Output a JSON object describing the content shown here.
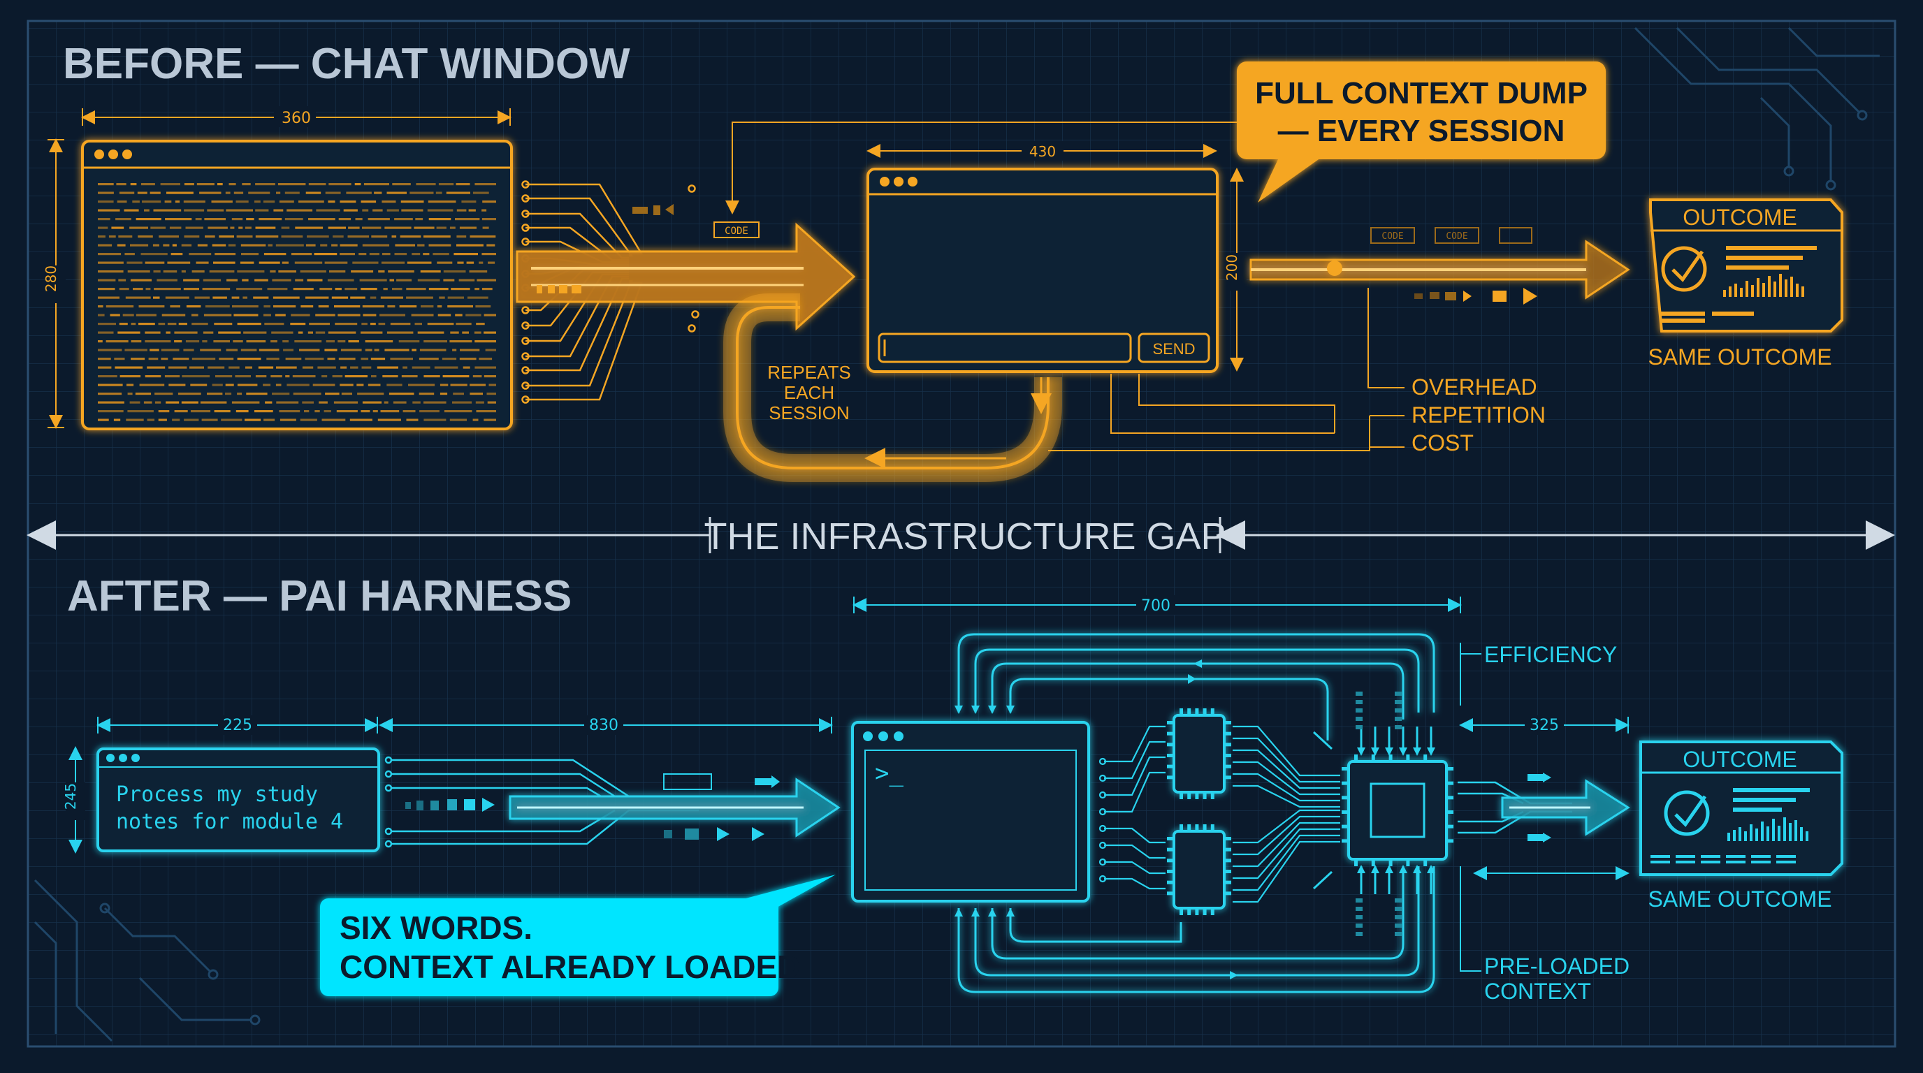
{
  "colors": {
    "background": "#0b1a2c",
    "grid": "#16304a",
    "border": "#2a4d70",
    "title_text": "#b9c7d6",
    "orange": "#f5a623",
    "orange_dim": "#9c6a1a",
    "cyan": "#29d3ee",
    "cyan_bright": "#00e5ff",
    "gap_line": "#d0dae4"
  },
  "before": {
    "title": "BEFORE — CHAT WINDOW",
    "dims": {
      "chat_width": "360",
      "chat_height": "280",
      "window_width": "430",
      "window_height": "200"
    },
    "callout": {
      "line1": "FULL CONTEXT DUMP",
      "line2": "— EVERY SESSION"
    },
    "loop_label": {
      "line1": "REPEATS",
      "line2": "EACH",
      "line3": "SESSION"
    },
    "send_label": "SEND",
    "chip_labels": [
      "CODE",
      "CODE",
      "CODE"
    ],
    "costs": [
      "OVERHEAD",
      "REPETITION",
      "COST"
    ],
    "outcome_title": "OUTCOME",
    "outcome_caption": "SAME OUTCOME"
  },
  "gap_label": "THE INFRASTRUCTURE GAP",
  "after": {
    "title": "AFTER — PAI HARNESS",
    "dims": {
      "input_width": "225",
      "input_height": "245",
      "pipe_length": "830",
      "harness_width": "700",
      "output_length": "325"
    },
    "prompt": {
      "line1": "Process my study",
      "line2": "notes for module 4"
    },
    "terminal_prompt": ">_",
    "callout": {
      "line1": "SIX WORDS.",
      "line2": "CONTEXT ALREADY LOADED."
    },
    "labels": {
      "efficiency": "EFFICIENCY",
      "preloaded_line1": "PRE-LOADED",
      "preloaded_line2": "CONTEXT"
    },
    "outcome_title": "OUTCOME",
    "outcome_caption": "SAME OUTCOME"
  }
}
